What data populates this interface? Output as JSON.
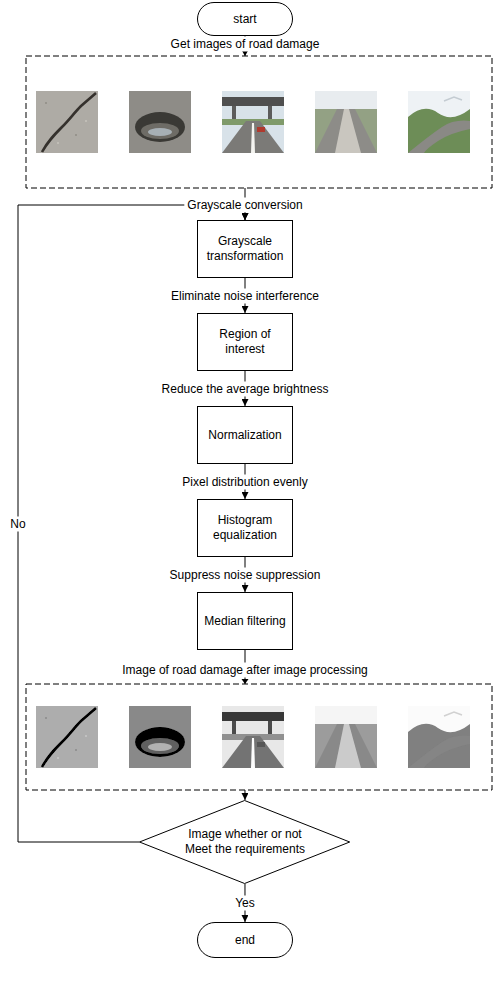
{
  "diagram": {
    "nodes": [
      {
        "text": [
          "start"
        ]
      },
      {
        "text": [
          "Grayscale transformation"
        ]
      },
      {
        "text": [
          "Region of interest"
        ]
      },
      {
        "text": [
          "Normalization"
        ]
      },
      {
        "text": [
          "Histogram equalization"
        ]
      },
      {
        "text": [
          "Median filtering"
        ]
      },
      {
        "text": [
          "Image whether or not Meet the requirements"
        ]
      },
      {
        "text": [
          "end"
        ]
      }
    ],
    "edges": [
      {
        "from": 0,
        "to": 1,
        "arrow": "to"
      },
      {
        "from": 1,
        "to": 2,
        "label": "Eliminate noise interference",
        "arrow": "to"
      },
      {
        "from": 2,
        "to": 3,
        "label": "Reduce the average brightness",
        "arrow": "to"
      },
      {
        "from": 3,
        "to": 4,
        "label": "Pixel distribution evenly",
        "arrow": "to"
      },
      {
        "from": 4,
        "to": 5,
        "label": "Suppress noise suppression",
        "arrow": "to"
      },
      {
        "from": 5,
        "to": 6,
        "arrow": "to"
      },
      {
        "from": 6,
        "to": 1,
        "label": "No",
        "arrow": "to"
      },
      {
        "from": 6,
        "to": 7,
        "label": "Yes",
        "arrow": "to"
      }
    ],
    "labels": [
      "Get images of road damage",
      "Grayscale conversion",
      "Image of road damage after image processing"
    ]
  }
}
